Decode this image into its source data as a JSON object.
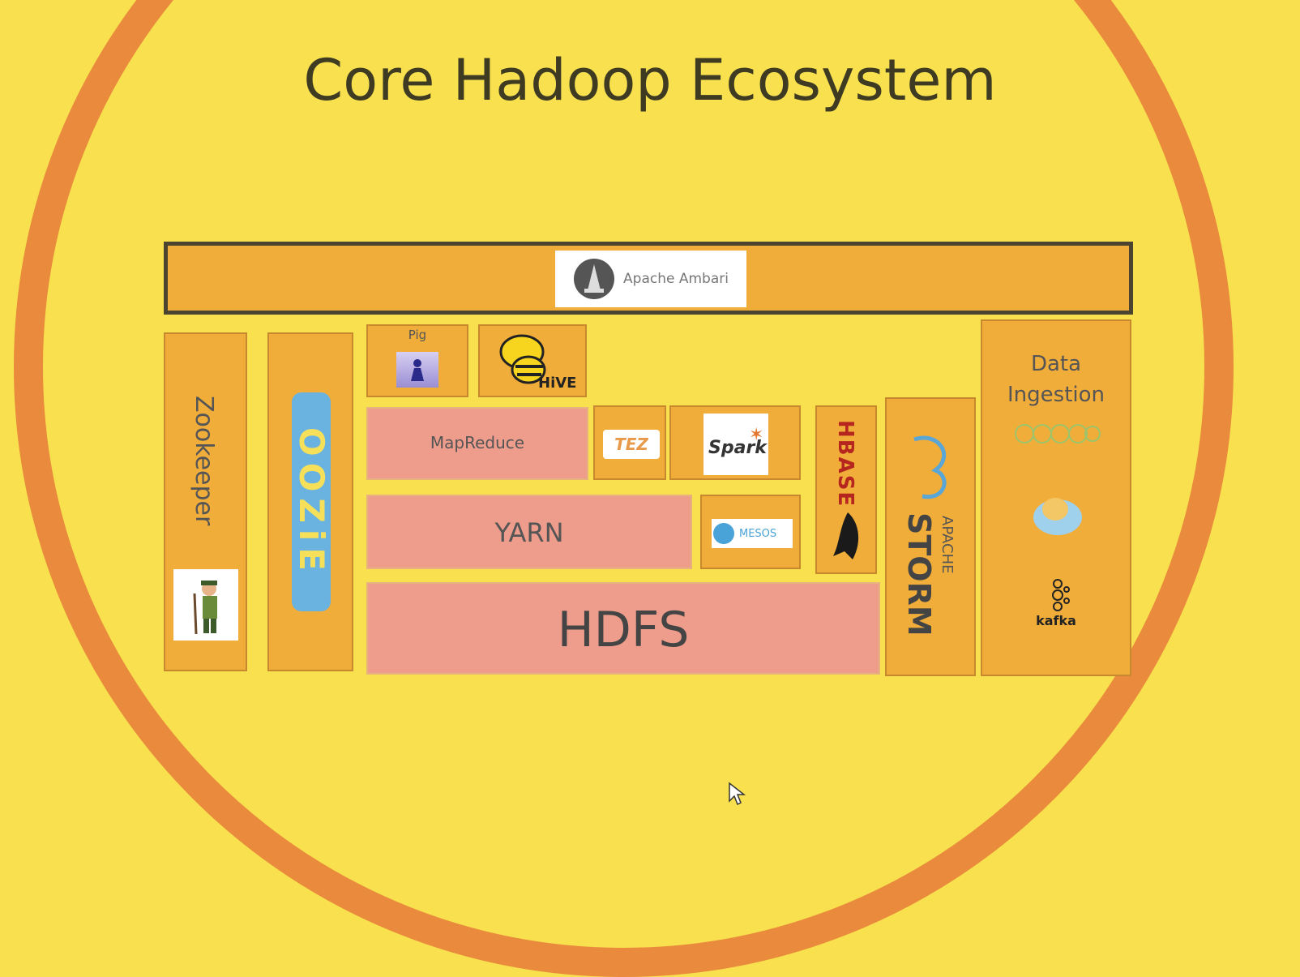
{
  "title": "Core Hadoop Ecosystem",
  "colors": {
    "background": "#f8e04e",
    "ring": "#ea8a3c",
    "component_box": "#f1ad3a",
    "core_layer": "#ee9d8c"
  },
  "components": {
    "ambari": "Apache Ambari",
    "zookeeper": "Zookeeper",
    "oozie": "OOZiE",
    "pig": "Pig",
    "hive": "HiVE",
    "mapreduce": "MapReduce",
    "tez": "TEZ",
    "spark": "Spark",
    "yarn": "YARN",
    "mesos": "MESOS",
    "hbase": "HBASE",
    "hdfs": "HDFS",
    "storm_apache": "APACHE",
    "storm": "STORM",
    "data_ingestion": "Data Ingestion",
    "kafka": "kafka"
  },
  "icons": [
    "ambari-logo-icon",
    "zookeeper-keeper-icon",
    "hive-bee-icon",
    "pig-icon",
    "hbase-orca-icon",
    "storm-logo-icon",
    "sqoop-icon",
    "flume-icon",
    "kafka-icon",
    "spark-star-icon",
    "mesos-icon"
  ]
}
